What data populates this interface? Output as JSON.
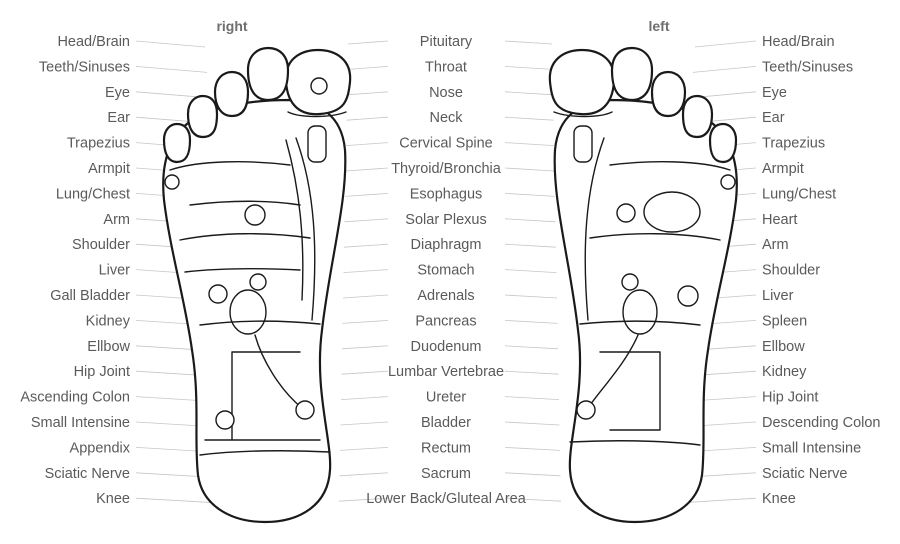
{
  "headers": {
    "right": "right",
    "left": "left"
  },
  "labels": {
    "right_foot": [
      "Head/Brain",
      "Teeth/Sinuses",
      "Eye",
      "Ear",
      "Trapezius",
      "Armpit",
      "Lung/Chest",
      "Arm",
      "Shoulder",
      "Liver",
      "Gall Bladder",
      "Kidney",
      "Ellbow",
      "Hip Joint",
      "Ascending Colon",
      "Small Intensine",
      "Appendix",
      "Sciatic Nerve",
      "Knee"
    ],
    "center": [
      "Pituitary",
      "Throat",
      "Nose",
      "Neck",
      "Cervical Spine",
      "Thyroid/Bronchia",
      "Esophagus",
      "Solar Plexus",
      "Diaphragm",
      "Stomach",
      "Adrenals",
      "Pancreas",
      "Duodenum",
      "Lumbar Vertebrae",
      "Ureter",
      "Bladder",
      "Rectum",
      "Sacrum",
      "Lower Back/Gluteal Area"
    ],
    "left_foot": [
      "Head/Brain",
      "Teeth/Sinuses",
      "Eye",
      "Ear",
      "Trapezius",
      "Armpit",
      "Lung/Chest",
      "Heart",
      "Arm",
      "Shoulder",
      "Liver",
      "Spleen",
      "Ellbow",
      "Kidney",
      "Hip Joint",
      "Descending Colon",
      "Small Intensine",
      "Sciatic Nerve",
      "Knee"
    ]
  }
}
